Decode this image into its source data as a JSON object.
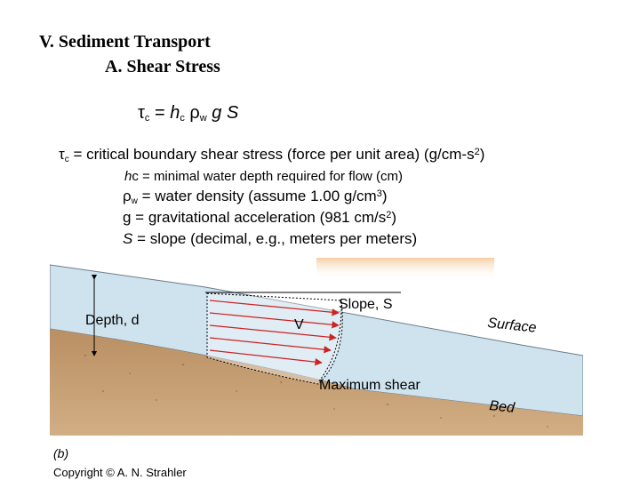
{
  "heading": {
    "section": "V. Sediment Transport",
    "subsection": "A. Shear Stress"
  },
  "formula": {
    "tau": "τ",
    "tau_sub": "c",
    "equals": " = ",
    "h": "h",
    "h_sub": "c",
    "rho": " ρ",
    "rho_sub": "w",
    "g": " g",
    "S": " S"
  },
  "definitions": {
    "tau": {
      "sym": "τ",
      "sub": "c",
      "text": " = critical boundary shear stress (force per unit area) (g/cm-s",
      "sup": "2",
      "tail": ")"
    },
    "h": {
      "sym": "h",
      "rest": "c = minimal water depth required for flow (cm)"
    },
    "rho": {
      "sym": "ρ",
      "sub": "w",
      "text": " = water density (assume 1.00 g/cm",
      "sup": "3",
      "tail": ")"
    },
    "g": {
      "text": "g = gravitational acceleration (981 cm/s",
      "sup": "2",
      "tail": ")"
    },
    "S": {
      "sym": "S",
      "text": " = slope (decimal, e.g., meters per meters)"
    }
  },
  "figure": {
    "depth_label": "Depth, d",
    "slope_label": "Slope, S",
    "velocity_label": "V",
    "surface_label": "Surface",
    "max_shear_label": "Maximum shear",
    "bed_label": "Bed",
    "panel_label": "(b)",
    "copyright": "Copyright © A. N. Strahler",
    "colors": {
      "water": "#cfe3ee",
      "sediment": "#c49a6c",
      "arrows": "#cc2222"
    }
  }
}
